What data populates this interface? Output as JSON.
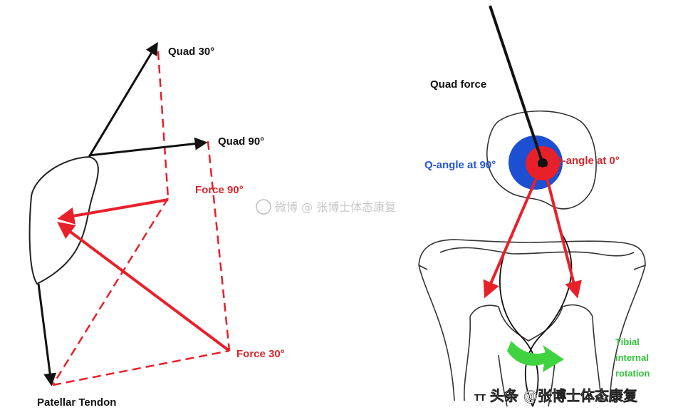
{
  "left_panel": {
    "quad_30": "Quad 30°",
    "quad_90": "Quad 90°",
    "force_90": "Force 90°",
    "force_30": "Force 30°",
    "patellar_tendon": "Patellar Tendon"
  },
  "right_panel": {
    "quad_force": "Quad force",
    "q_angle_90": "Q-angle at 90°",
    "q_angle_0": "Q-angle at 0°",
    "tibial_line1": "Tibial",
    "tibial_line2": "internal",
    "tibial_line3": "rotation",
    "tt_label": "TT"
  },
  "watermarks": {
    "center": "微博 @ 张博士体态康复",
    "corner": "头条 @张博士体态康复"
  },
  "colors": {
    "black": "#111111",
    "red": "#e8202a",
    "blue": "#1c4fd1",
    "green": "#3fd43f",
    "label_red": "#d8262c",
    "label_blue": "#2355d6",
    "label_green": "#33c33a"
  }
}
